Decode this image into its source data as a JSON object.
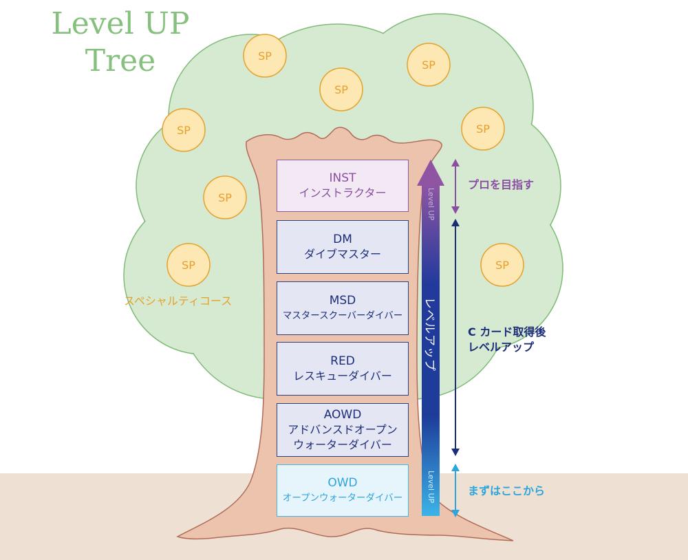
{
  "title": [
    "Level UP",
    "Tree"
  ],
  "sp_badges": [
    {
      "label": "SP"
    },
    {
      "label": "SP"
    },
    {
      "label": "SP"
    },
    {
      "label": "SP"
    },
    {
      "label": "SP"
    },
    {
      "label": "SP"
    },
    {
      "label": "SP"
    },
    {
      "label": "SP"
    }
  ],
  "specialty_label": "スペシャルティコース",
  "levels": [
    {
      "code": "INST",
      "name": "インストラクター"
    },
    {
      "code": "DM",
      "name": "ダイブマスター"
    },
    {
      "code": "MSD",
      "name": "マスタースクーバーダイバー"
    },
    {
      "code": "RED",
      "name": "レスキューダイバー"
    },
    {
      "code": "AOWD",
      "name": "アドバンスドオープン",
      "name2": "ウォーターダイバー"
    },
    {
      "code": "OWD",
      "name": "オープンウォーターダイバー"
    }
  ],
  "arrow": {
    "main_label": "レベルアップ",
    "top_label": "Level UP",
    "bottom_label": "Level UP"
  },
  "side_labels": {
    "pro": "プロを目指す",
    "ccard_line1": "C カード取得後",
    "ccard_line2": "レベルアップ",
    "start": "まずはここから"
  },
  "colors": {
    "foliage": "#d5ead1",
    "foliage_border": "#7fba76",
    "trunk": "#ecc4ad",
    "trunk_border": "#b06b58",
    "ground": "#eee1d3",
    "sp_fill": "#fde7b3",
    "sp_stroke": "#e6a02c",
    "purple": "#8a4ea0",
    "navy": "#1c2d78",
    "cyan": "#2da4dc"
  }
}
